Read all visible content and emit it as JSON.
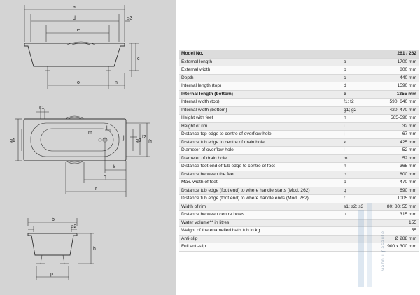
{
  "diagram": {
    "labels": {
      "a": "a",
      "d": "d",
      "e": "e",
      "s3": "s3",
      "c": "c",
      "o": "o",
      "n": "n",
      "s1": "s1",
      "g1": "g1",
      "m": "m",
      "g2": "g2",
      "l": "l",
      "j": "j",
      "k": "k",
      "f2": "f2",
      "f1": "f1",
      "q": "q",
      "r": "r",
      "b": "b",
      "s2": "s2",
      "h": "h",
      "p": "p"
    }
  },
  "table": {
    "header": {
      "label": "Model No.",
      "symbol": "",
      "value": "261 / 262"
    },
    "rows": [
      {
        "label": "External length",
        "symbol": "a",
        "value": "1700 mm"
      },
      {
        "label": "External width",
        "symbol": "b",
        "value": "800 mm"
      },
      {
        "label": "Depth",
        "symbol": "c",
        "value": "440 mm"
      },
      {
        "label": "Internal length (top)",
        "symbol": "d",
        "value": "1590 mm"
      },
      {
        "label": "Internal length (bottom)",
        "symbol": "e",
        "value": "1355 mm"
      },
      {
        "label": "Internal width (top)",
        "symbol": "f1; f2",
        "value": "590; 640 mm"
      },
      {
        "label": "Internal width (bottom)",
        "symbol": "g1; g2",
        "value": "420; 470 mm"
      },
      {
        "label": "Height with feet",
        "symbol": "h",
        "value": "565-590 mm"
      },
      {
        "label": "Height of rim",
        "symbol": "i",
        "value": "32 mm"
      },
      {
        "label": "Distance top edge to centre of overflow hole",
        "symbol": "j",
        "value": "67 mm"
      },
      {
        "label": "Distance tub edge to centre of drain hole",
        "symbol": "k",
        "value": "425 mm"
      },
      {
        "label": "Diameter of overflow hole",
        "symbol": "l",
        "value": "52 mm"
      },
      {
        "label": "Diameter of drain hole",
        "symbol": "m",
        "value": "52 mm"
      },
      {
        "label": "Distance foot end of tub edge to centre of foot",
        "symbol": "n",
        "value": "365 mm"
      },
      {
        "label": "Distance between the feet",
        "symbol": "o",
        "value": "800 mm"
      },
      {
        "label": "Max. width of feet",
        "symbol": "p",
        "value": "470 mm"
      },
      {
        "label": "Distance tub edge (foot end) to where handle starts (Mod. 262)",
        "symbol": "q",
        "value": "690 mm"
      },
      {
        "label": "Distance tub edge (foot end) to where handle ends (Mod. 262)",
        "symbol": "r",
        "value": "1005 mm"
      },
      {
        "label": "Width of rim",
        "symbol": "s1; s2; s3",
        "value": "80; 80; 55 mm"
      },
      {
        "label": "Distance between centre holes",
        "symbol": "u",
        "value": "315 mm"
      },
      {
        "label": "Water volume** in litres",
        "symbol": "",
        "value": "155"
      },
      {
        "label": "Weight of the enamelled bath tub in kg",
        "symbol": "",
        "value": "55"
      },
      {
        "label": "Anti-slip",
        "symbol": "",
        "value": "Ø 288 mm"
      },
      {
        "label": "Full anti-slip",
        "symbol": "",
        "value": "900 x 300 mm"
      }
    ]
  },
  "watermark": {
    "text": "vannu pasaule"
  },
  "colors": {
    "panel": "#d4d4d4",
    "row_odd": "#ececec",
    "row_even": "#fafafa",
    "header": "#dcdcdc"
  }
}
